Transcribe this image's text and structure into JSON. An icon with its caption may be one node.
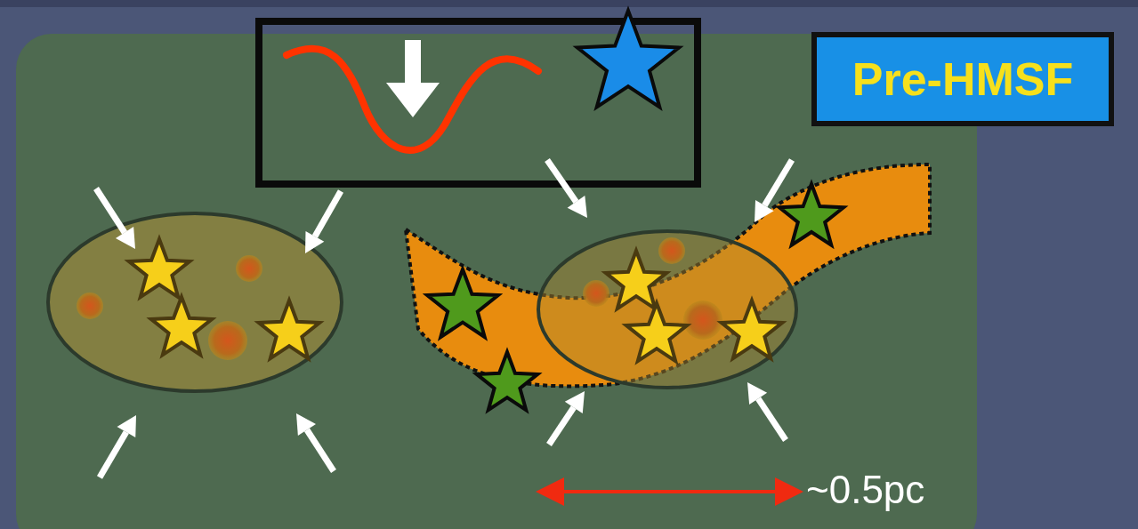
{
  "diagram": {
    "nodes": [
      {
        "text": [
          "Pre-HMSF"
        ]
      },
      {
        "text": [],
        "shape": "star"
      },
      {
        "text": [],
        "shape": "star"
      },
      {
        "text": [],
        "shape": "star"
      },
      {
        "text": [],
        "shape": "star"
      },
      {
        "text": [],
        "shape": "star"
      },
      {
        "text": [],
        "shape": "star"
      },
      {
        "text": [],
        "shape": "star"
      },
      {
        "text": [],
        "shape": "star"
      },
      {
        "text": [],
        "shape": "star"
      },
      {
        "text": [],
        "shape": "star"
      }
    ],
    "labels": [
      "~0.5pc"
    ]
  }
}
